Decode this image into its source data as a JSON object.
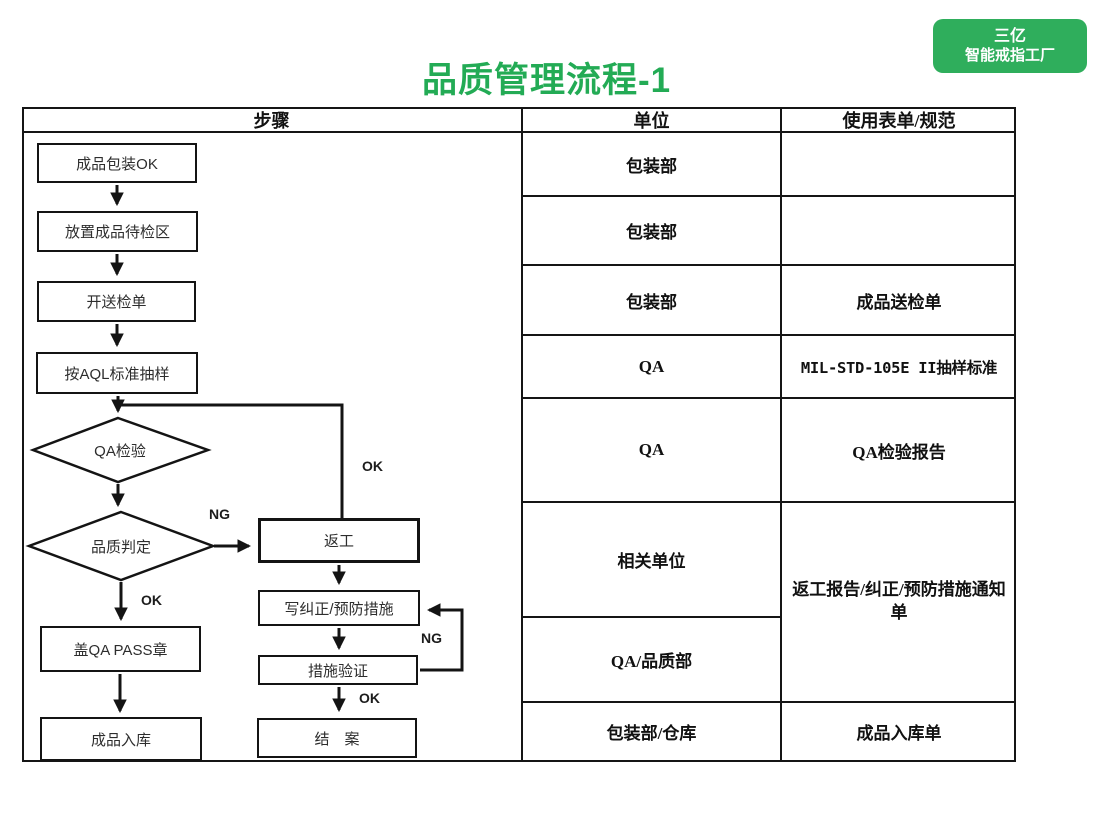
{
  "header": {
    "title": "品质管理流程-1",
    "badge_line1": "三亿",
    "badge_line2": "智能戒指工厂"
  },
  "colors": {
    "title_green": "#23ab55",
    "badge_green": "#2fae5c",
    "line_black": "#151515"
  },
  "table": {
    "col_steps": "步骤",
    "col_unit": "单位",
    "col_form": "使用表单/规范",
    "rows": [
      {
        "unit": "包装部",
        "form": ""
      },
      {
        "unit": "包装部",
        "form": ""
      },
      {
        "unit": "包装部",
        "form": "成品送检单"
      },
      {
        "unit": "QA",
        "form": "MIL-STD-105E II抽样标准"
      },
      {
        "unit": "QA",
        "form": "QA检验报告"
      },
      {
        "unit": "相关单位"
      },
      {
        "unit": "QA/品质部"
      },
      {
        "unit": "包装部/仓库",
        "form": "成品入库单"
      }
    ],
    "merged_form": "返工报告/纠正/预防措施通知单"
  },
  "flow": {
    "nodes": {
      "finish_pack": "成品包装OK",
      "place_area": "放置成品待检区",
      "open_ticket": "开送检单",
      "aql_sample": "按AQL标准抽样",
      "qa_inspect": "QA检验",
      "quality_judge": "品质判定",
      "rework": "返工",
      "corrective": "写纠正/预防措施",
      "verify": "措施验证",
      "close_case": "结　案",
      "qa_pass": "盖QA PASS章",
      "stock_in": "成品入库"
    },
    "labels": {
      "ok_rework_loop": "OK",
      "ng_judge": "NG",
      "ok_judge": "OK",
      "ng_verify": "NG",
      "ok_verify": "OK"
    }
  }
}
